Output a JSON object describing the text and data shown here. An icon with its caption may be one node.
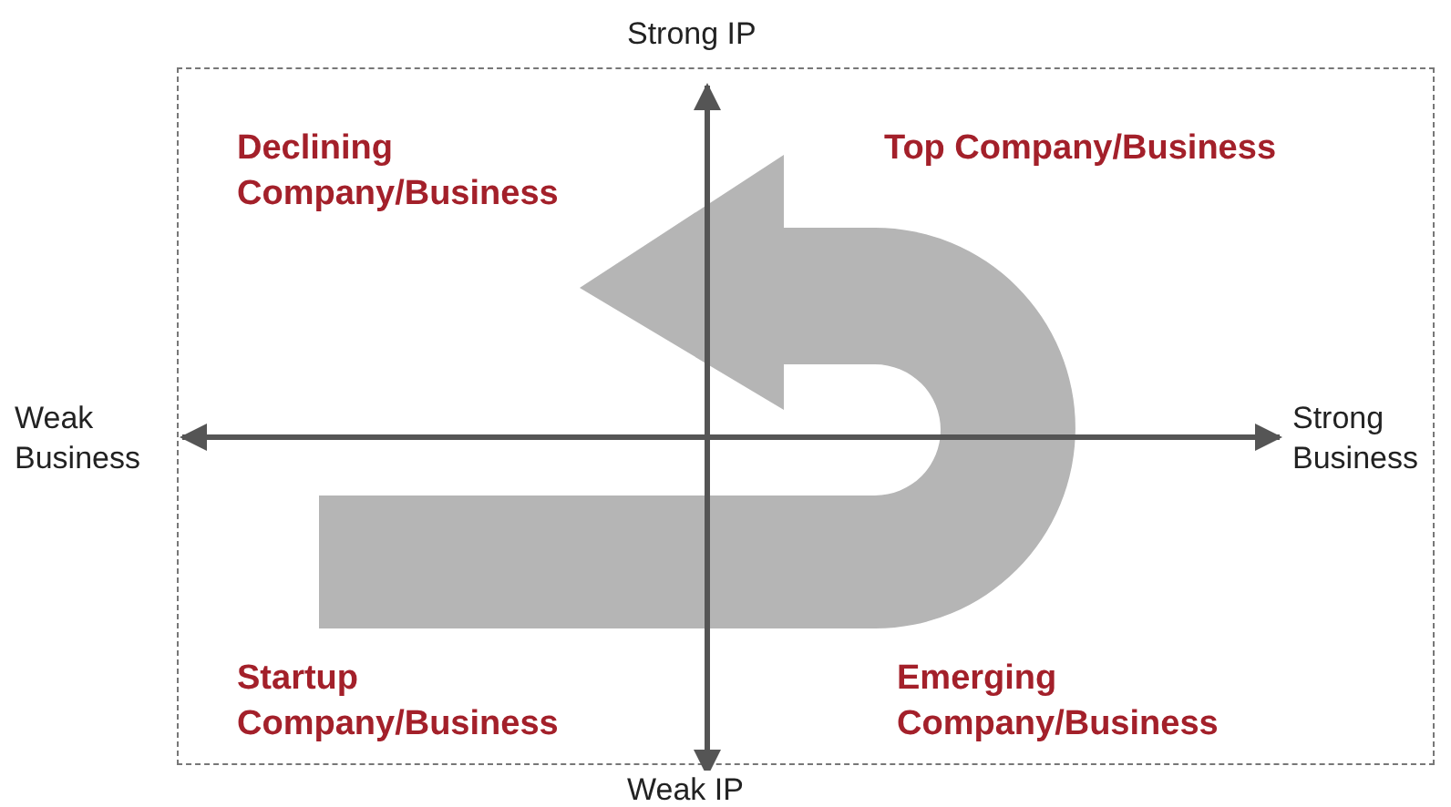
{
  "diagram": {
    "labels": [
      "Strong IP",
      "Declining Company/Business",
      "Top Company/Business",
      "Weak Business",
      "Strong Business",
      "Startup Company/Business",
      "Emerging Company/Business",
      "Weak IP"
    ]
  }
}
